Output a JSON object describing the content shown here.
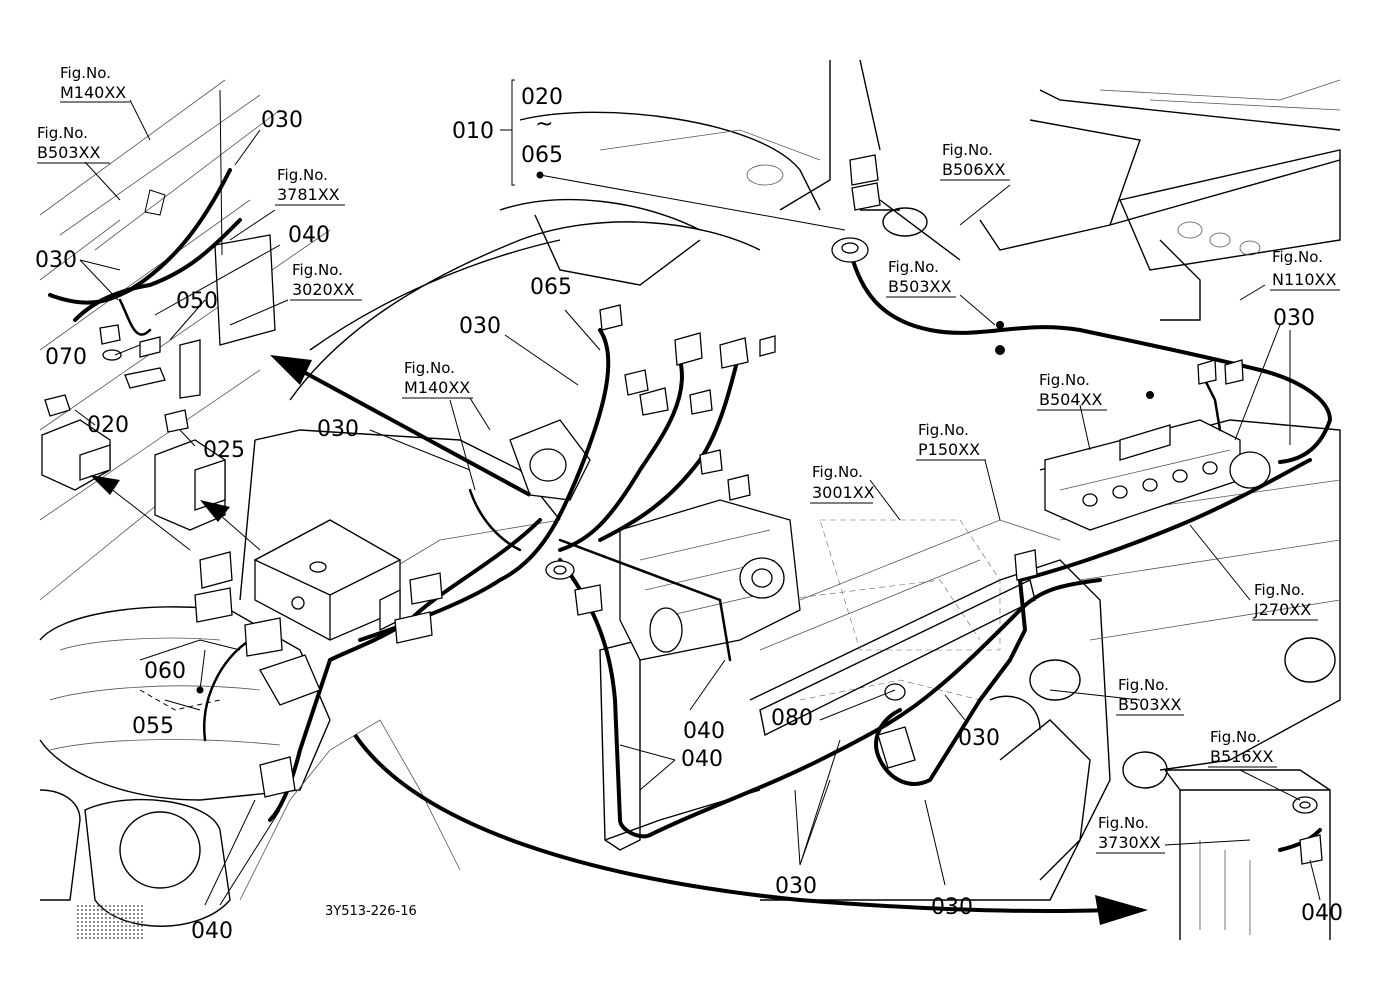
{
  "drawing": {
    "number": "3Y513-226-16"
  },
  "part_labels": [
    {
      "id": "p030a",
      "text": "030"
    },
    {
      "id": "p030b",
      "text": "030"
    },
    {
      "id": "p040a",
      "text": "040"
    },
    {
      "id": "p050",
      "text": "050"
    },
    {
      "id": "p070",
      "text": "070"
    },
    {
      "id": "p020",
      "text": "020"
    },
    {
      "id": "p025",
      "text": "025"
    },
    {
      "id": "p030c",
      "text": "030"
    },
    {
      "id": "p065",
      "text": "065"
    },
    {
      "id": "p030d",
      "text": "030"
    },
    {
      "id": "p060",
      "text": "060"
    },
    {
      "id": "p055",
      "text": "055"
    },
    {
      "id": "p040b",
      "text": "040"
    },
    {
      "id": "p040c",
      "text": "040"
    },
    {
      "id": "p040d",
      "text": "040"
    },
    {
      "id": "p080",
      "text": "080"
    },
    {
      "id": "p030e",
      "text": "030"
    },
    {
      "id": "p030f",
      "text": "030"
    },
    {
      "id": "p030g",
      "text": "030"
    },
    {
      "id": "p030h",
      "text": "030"
    },
    {
      "id": "p040e",
      "text": "040"
    }
  ],
  "assembly_group": {
    "parent": "010",
    "range_start": "020",
    "range_sep": "~",
    "range_end": "065"
  },
  "fig_prefix": "Fig.No.",
  "figure_refs": [
    {
      "id": "f1",
      "code": "M140XX"
    },
    {
      "id": "f2",
      "code": "B503XX"
    },
    {
      "id": "f3",
      "code": "3781XX"
    },
    {
      "id": "f4",
      "code": "3020XX"
    },
    {
      "id": "f5",
      "code": "M140XX"
    },
    {
      "id": "f6",
      "code": "B506XX"
    },
    {
      "id": "f7",
      "code": "B503XX"
    },
    {
      "id": "f8",
      "code": "N110XX"
    },
    {
      "id": "f9",
      "code": "B504XX"
    },
    {
      "id": "f10",
      "code": "P150XX"
    },
    {
      "id": "f11",
      "code": "3001XX"
    },
    {
      "id": "f12",
      "code": "J270XX"
    },
    {
      "id": "f13",
      "code": "B503XX"
    },
    {
      "id": "f14",
      "code": "B516XX"
    },
    {
      "id": "f15",
      "code": "3730XX"
    }
  ]
}
